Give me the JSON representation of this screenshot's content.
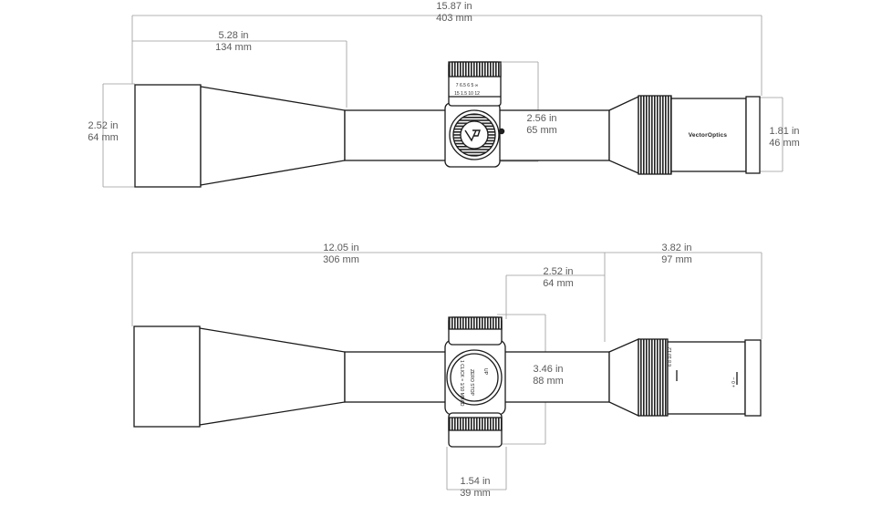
{
  "brand": "VectorOptics",
  "top_view": {
    "overall_length": {
      "in": "15.87 in",
      "mm": "403 mm"
    },
    "objective_section_length": {
      "in": "5.28 in",
      "mm": "134 mm"
    },
    "objective_diameter": {
      "in": "2.52 in",
      "mm": "64 mm"
    },
    "turret_height": {
      "in": "2.56 in",
      "mm": "65 mm"
    },
    "eyepiece_diameter": {
      "in": "1.81 in",
      "mm": "46 mm"
    },
    "parallax_marks": [
      "7",
      "6.5",
      "6",
      "5",
      "∞",
      "15",
      "1.5",
      "10",
      "12"
    ]
  },
  "side_view": {
    "body_length": {
      "in": "12.05 in",
      "mm": "306 mm"
    },
    "eyepiece_length": {
      "in": "3.82 in",
      "mm": "97 mm"
    },
    "turret_to_eyepiece": {
      "in": "2.52 in",
      "mm": "64 mm"
    },
    "turret_span": {
      "in": "3.46 in",
      "mm": "88 mm"
    },
    "turret_width": {
      "in": "1.54 in",
      "mm": "39 mm"
    },
    "turret_markings": [
      "ZERO STOP",
      "UP",
      "1 CLICK = 1/10 MRAD"
    ],
    "power_ring_marks": [
      "6",
      "8",
      "10",
      "12"
    ],
    "diopter_marks": [
      "+",
      "0",
      "–"
    ]
  }
}
